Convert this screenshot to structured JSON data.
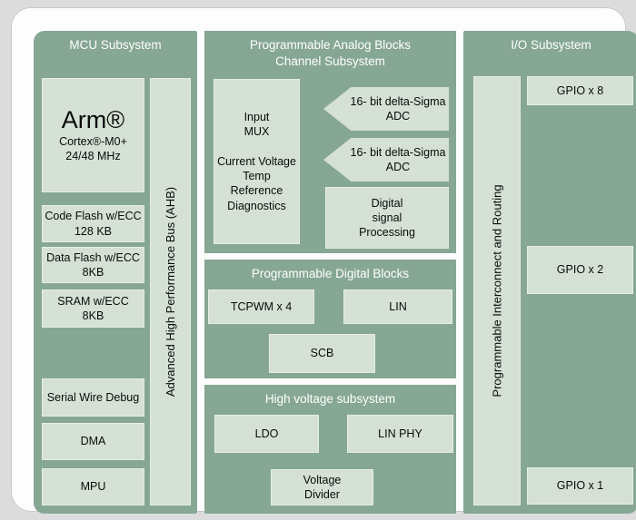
{
  "diagram": {
    "mcu": {
      "title": "MCU Subsystem",
      "bus_label": "Advanced High Performance Bus (AHB)",
      "arm": {
        "name": "Arm®",
        "core": "Cortex®-M0+",
        "clock": "24/48 MHz"
      },
      "code_flash": "Code Flash w/ECC\n128 KB",
      "data_flash": "Data Flash w/ECC\n8KB",
      "sram": "SRAM w/ECC\n8KB",
      "swd": "Serial Wire Debug",
      "dma": "DMA",
      "mpu": "MPU"
    },
    "analog": {
      "title": "Programmable Analog Blocks\nChannel Subsystem",
      "input_mux": "Input\nMUX\n\nCurrent Voltage\nTemp\nReference\nDiagnostics",
      "adc1": "16- bit delta-Sigma\nADC",
      "adc2": "16- bit delta-Sigma\nADC",
      "dsp": "Digital\nsignal\nProcessing"
    },
    "digital": {
      "title": "Programmable Digital Blocks",
      "tcpwm": "TCPWM x 4",
      "lin": "LIN",
      "scb": "SCB"
    },
    "hv": {
      "title": "High voltage subsystem",
      "ldo": "LDO",
      "lin_phy": "LIN PHY",
      "voltage_divider": "Voltage\nDivider"
    },
    "io": {
      "title": "I/O Subsystem",
      "routing_label": "Programmable Interconnect and Routing",
      "gpio8": "GPIO x 8",
      "gpio2": "GPIO x 2",
      "gpio1": "GPIO x 1"
    },
    "colors": {
      "page_background": "#dcdcdc",
      "frame_background": "#fdfdfd",
      "panel_green": "#86a794",
      "block_green": "#d5e1d5",
      "block_border": "#e6ede5",
      "header_text": "#ffffff",
      "block_text": "#0a0a0a"
    }
  }
}
